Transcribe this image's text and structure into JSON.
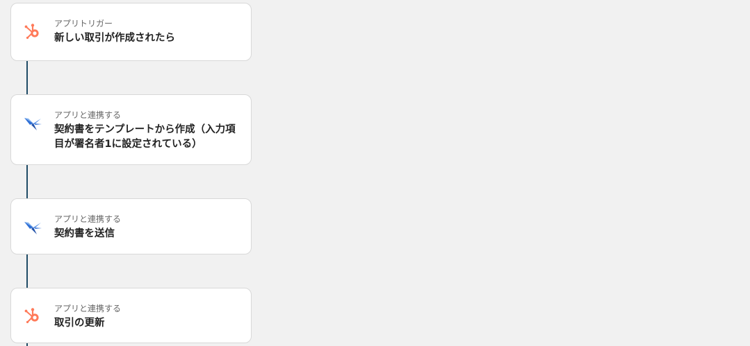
{
  "steps": [
    {
      "category": "アプリトリガー",
      "title": "新しい取引が作成されたら",
      "icon": "hubspot-icon"
    },
    {
      "category": "アプリと連携する",
      "title": "契約書をテンプレートから作成（入力項目が署名者1に設定されている）",
      "icon": "cloudsign-icon"
    },
    {
      "category": "アプリと連携する",
      "title": "契約書を送信",
      "icon": "cloudsign-icon"
    },
    {
      "category": "アプリと連携する",
      "title": "取引の更新",
      "icon": "hubspot-icon"
    }
  ],
  "colors": {
    "background": "#f1f1f1",
    "connector": "#1f4b66",
    "hubspot": "#ff7a59",
    "cloudsign": "#2f6fd6"
  }
}
